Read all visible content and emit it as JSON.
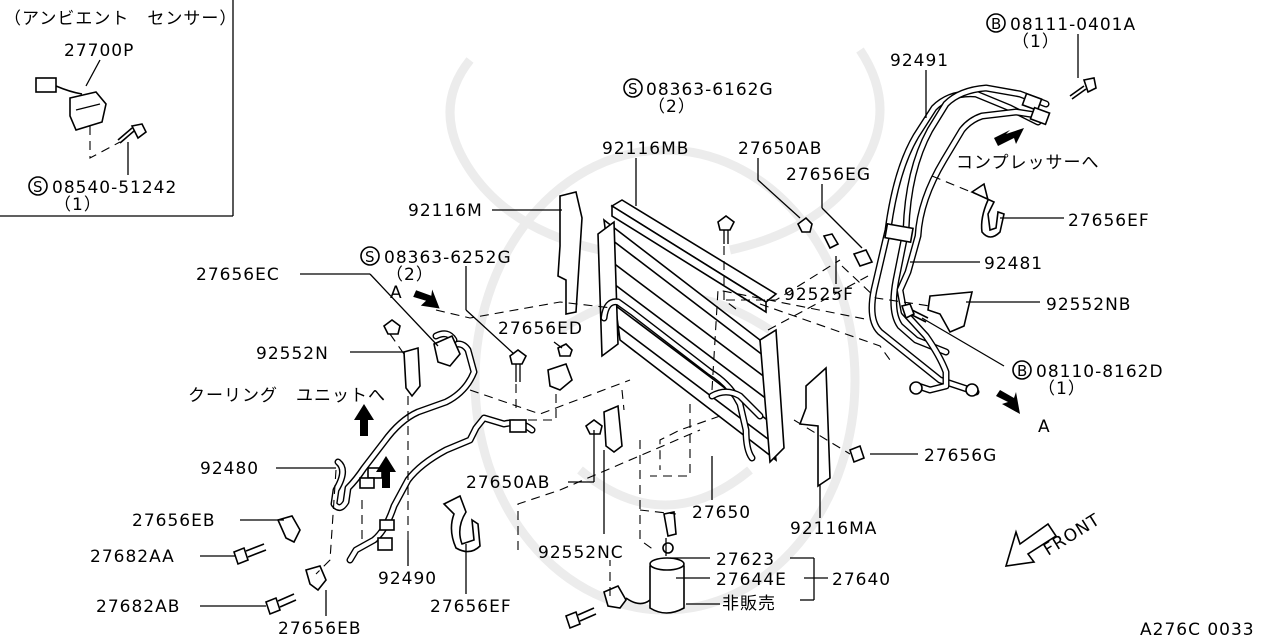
{
  "inset": {
    "title": "（アンビエント　センサー）",
    "part": "27700P",
    "screw": "08540-51242",
    "screw_prefix": "S",
    "screw_qty": "（1）"
  },
  "callouts": {
    "c1": {
      "code": "08111-0401A",
      "prefix": "B",
      "qty": "（1）"
    },
    "c2": {
      "code": "08363-6162G",
      "prefix": "S",
      "qty": "（2）"
    },
    "c3": {
      "code": "08363-6252G",
      "prefix": "S",
      "qty": "（2）"
    },
    "c4": {
      "code": "08110-8162D",
      "prefix": "B",
      "qty": "（1）"
    }
  },
  "labels": {
    "p92491": "92491",
    "to_compressor": "コンプレッサーへ",
    "p27656EF_top": "27656EF",
    "p92116MB": "92116MB",
    "p27650AB_top": "27650AB",
    "p27656EG": "27656EG",
    "p92116M": "92116M",
    "p92481": "92481",
    "p27656EC": "27656EC",
    "p92525F": "92525F",
    "p92552NB": "92552NB",
    "mark_a_left": "A",
    "p27656ED": "27656ED",
    "p92552N": "92552N",
    "to_cooling_unit": "クーリング　ユニットへ",
    "mark_a_right": "A",
    "p27656G": "27656G",
    "p92480": "92480",
    "p27650AB_mid": "27650AB",
    "p27650": "27650",
    "p92116MA": "92116MA",
    "p27656EB_upper": "27656EB",
    "p92552NC": "92552NC",
    "p27623": "27623",
    "p27682AA": "27682AA",
    "p92490": "92490",
    "p27644E": "27644E",
    "p27640": "27640",
    "front": "FRONT",
    "p27682AB": "27682AB",
    "p27656EF_bottom": "27656EF",
    "not_for_sale": "非販売",
    "p27656EB_lower": "27656EB",
    "figure_code": "A276C 0033"
  }
}
